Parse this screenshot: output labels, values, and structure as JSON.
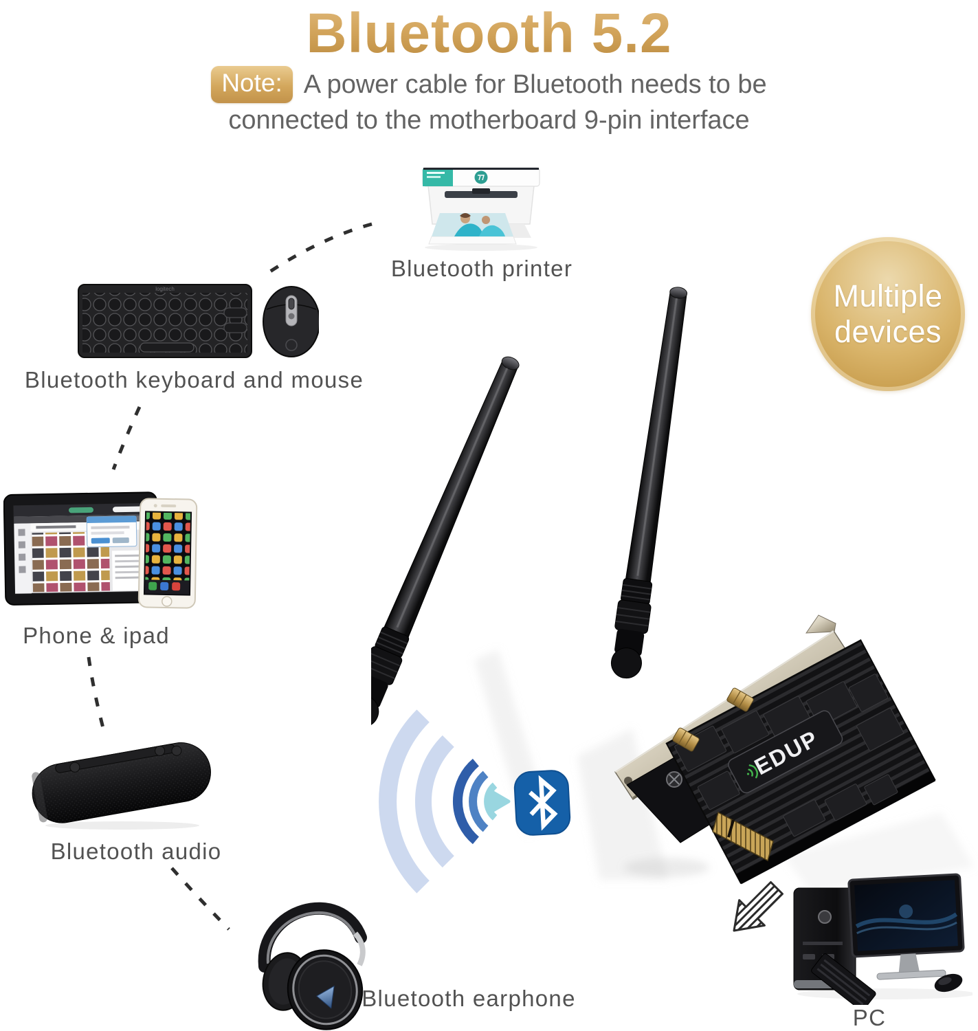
{
  "title": "Bluetooth 5.2",
  "note": {
    "badge_label": "Note:",
    "line1": "A power cable for Bluetooth needs to be",
    "line2": "connected to the motherboard 9-pin interface"
  },
  "badge": {
    "line1": "Multiple",
    "line2": "devices"
  },
  "devices": {
    "printer": {
      "label": "Bluetooth printer"
    },
    "keyboard_mouse": {
      "label": "Bluetooth keyboard and mouse",
      "brand": "logitech"
    },
    "phone_ipad": {
      "label": "Phone & ipad"
    },
    "audio": {
      "label": "Bluetooth audio"
    },
    "earphone": {
      "label": "Bluetooth earphone"
    },
    "pc": {
      "label": "PC"
    }
  },
  "product": {
    "brand": "EDUP"
  },
  "colors": {
    "title_gold": "#c99a4e",
    "badge_gold": "#cda45c",
    "label_gray": "#525252",
    "note_gray": "#636363",
    "bluetooth_blue": "#1560a8",
    "wave_light_blue": "#cdd9ef",
    "wave_mid_blue": "#4e82c4",
    "wave_dark_blue": "#2f5da9",
    "wave_cyan": "#99d6e0",
    "edup_green": "#43b34c"
  }
}
